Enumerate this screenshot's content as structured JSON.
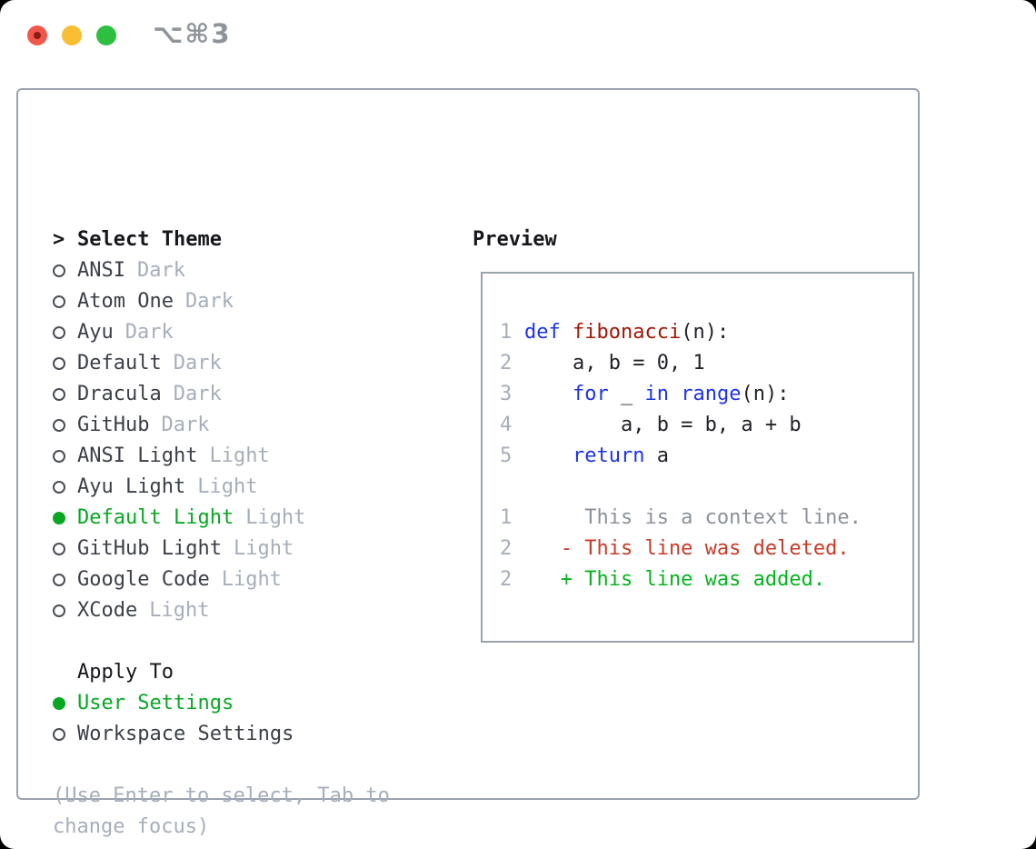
{
  "window": {
    "shortcut": "⌥⌘3"
  },
  "sidebar": {
    "title_marker": ">",
    "title": "Select Theme",
    "themes": [
      {
        "name": "ANSI",
        "variant": "Dark",
        "selected": false
      },
      {
        "name": "Atom One",
        "variant": "Dark",
        "selected": false
      },
      {
        "name": "Ayu",
        "variant": "Dark",
        "selected": false
      },
      {
        "name": "Default",
        "variant": "Dark",
        "selected": false
      },
      {
        "name": "Dracula",
        "variant": "Dark",
        "selected": false
      },
      {
        "name": "GitHub",
        "variant": "Dark",
        "selected": false
      },
      {
        "name": "ANSI Light",
        "variant": "Light",
        "selected": false
      },
      {
        "name": "Ayu Light",
        "variant": "Light",
        "selected": false
      },
      {
        "name": "Default Light",
        "variant": "Light",
        "selected": true
      },
      {
        "name": "GitHub Light",
        "variant": "Light",
        "selected": false
      },
      {
        "name": "Google Code",
        "variant": "Light",
        "selected": false
      },
      {
        "name": "XCode",
        "variant": "Light",
        "selected": false
      }
    ],
    "apply_to": {
      "title": "Apply To",
      "options": [
        {
          "label": "User Settings",
          "selected": true
        },
        {
          "label": "Workspace Settings",
          "selected": false
        }
      ]
    },
    "hint_lines": [
      "(Use Enter to select, Tab to",
      "change focus)"
    ]
  },
  "preview": {
    "title": "Preview",
    "lines": [
      {
        "num": "1",
        "segments": [
          {
            "text": "def",
            "style": "kw"
          },
          {
            "text": " "
          },
          {
            "text": "fibonacci",
            "style": "fn"
          },
          {
            "text": "(n):"
          }
        ]
      },
      {
        "num": "2",
        "segments": [
          {
            "text": "    a, b = 0, 1"
          }
        ]
      },
      {
        "num": "3",
        "segments": [
          {
            "text": "    "
          },
          {
            "text": "for",
            "style": "kw"
          },
          {
            "text": " _ "
          },
          {
            "text": "in",
            "style": "kw"
          },
          {
            "text": " "
          },
          {
            "text": "range",
            "style": "kw"
          },
          {
            "text": "(n):"
          }
        ]
      },
      {
        "num": "4",
        "segments": [
          {
            "text": "        a, b = b, a + b"
          }
        ]
      },
      {
        "num": "5",
        "segments": [
          {
            "text": "    "
          },
          {
            "text": "return",
            "style": "kw"
          },
          {
            "text": " a"
          }
        ]
      },
      {
        "num": "",
        "segments": []
      },
      {
        "num": "1",
        "segments": [
          {
            "text": "     This is a context line.",
            "style": "ctx"
          }
        ]
      },
      {
        "num": "2",
        "segments": [
          {
            "text": "   - This line was deleted.",
            "style": "del"
          }
        ]
      },
      {
        "num": "2",
        "segments": [
          {
            "text": "   + This line was added.",
            "style": "add"
          }
        ]
      }
    ]
  },
  "colors": {
    "selected_green": "#08a823",
    "added_green": "#05b41c",
    "deleted_red": "#c93a28",
    "keyword_blue": "#1d33e8",
    "function_red": "#a31505",
    "context_gray": "#8b919a",
    "muted_gray": "#a6aebb",
    "border_gray": "#9aa2ad",
    "traffic_red": "#f2574b",
    "traffic_yellow": "#f9be33",
    "traffic_green": "#2ebf40"
  }
}
